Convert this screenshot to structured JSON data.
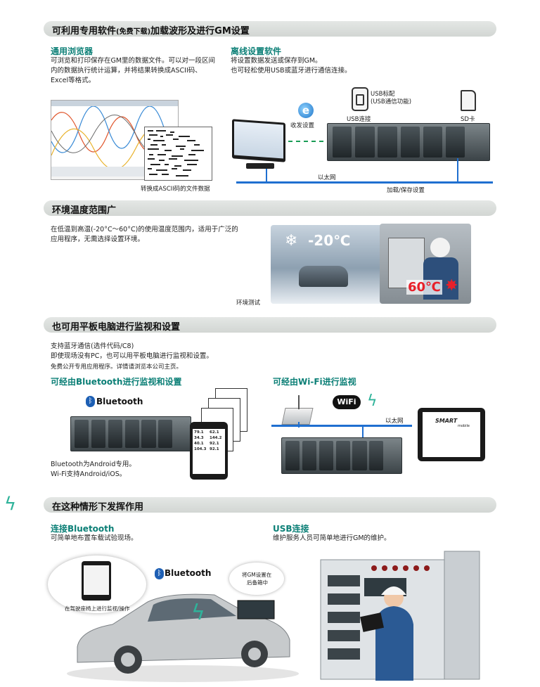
{
  "sec1": {
    "title": "可利用专用软件",
    "title_small": "(免费下载)",
    "title_rest": "加载波形及进行GM设置",
    "browser": {
      "heading": "通用浏览器",
      "text": "可浏览和打印保存在GM里的数据文件。可以对一段区间内的数据执行统计运算，并将结果转换成ASCII码、Excel等格式。",
      "caption": "转换成ASCII码的文件数据"
    },
    "offline": {
      "heading": "离线设置软件",
      "text1": "将设置数据发送或保存到GM。",
      "text2": "也可轻松使用USB或蓝牙进行通信连接。",
      "usb_std": "USB标配",
      "usb_comm": "(USB通信功能)",
      "usb_conn": "USB连接",
      "sd": "SD卡",
      "send": "收发设置",
      "ethernet": "以太网",
      "load_save": "加载/保存设置"
    }
  },
  "sec2": {
    "title": "环境温度范围广",
    "text": "在低温到高温(-20°C～60°C)的使用温度范围内，适用于广泛的应用程序，无需选择设置环境。",
    "cold": "-20℃",
    "hot": "60℃",
    "caption": "环境测试"
  },
  "sec3": {
    "title": "也可用平板电脑进行监视和设置",
    "line1": "支持蓝牙通信(选件代码/C8)",
    "line2": "即使现场没有PC，也可以用平板电脑进行监视和设置。",
    "line3": "免费公开专用应用程序。详情请浏览本公司主页。",
    "bt_heading": "可经由Bluetooth进行监视和设置",
    "wifi_heading": "可经由Wi-Fi进行监视",
    "bt_logo": "Bluetooth",
    "wifi_logo": "WiFi",
    "ethernet": "以太网",
    "note1": "Bluetooth为Android专用。",
    "note2": "Wi-Fi支持Android/iOS。",
    "tablet_values": [
      "79.1",
      "62.1",
      "34.3",
      "144.2",
      "40.1",
      "92.1",
      "104.3",
      "92.1"
    ],
    "ipad_brand": "SMART",
    "ipad_sub": "mobile"
  },
  "sec4": {
    "title": "在这种情形下发挥作用",
    "bt_heading": "连接Bluetooth",
    "bt_text": "可简单地布置车载试验现场。",
    "usb_heading": "USB连接",
    "usb_text": "维护服务人员可简单地进行GM的维护。",
    "bt_logo": "Bluetooth",
    "bubble1": "将GM设置在",
    "bubble2": "后备箱中",
    "seat_caption": "在驾驶座椅上进行监视/操作"
  },
  "colors": {
    "heading": "#0b7f76",
    "ethernet": "#1f6fd0",
    "bar": "#d8dcd9"
  }
}
